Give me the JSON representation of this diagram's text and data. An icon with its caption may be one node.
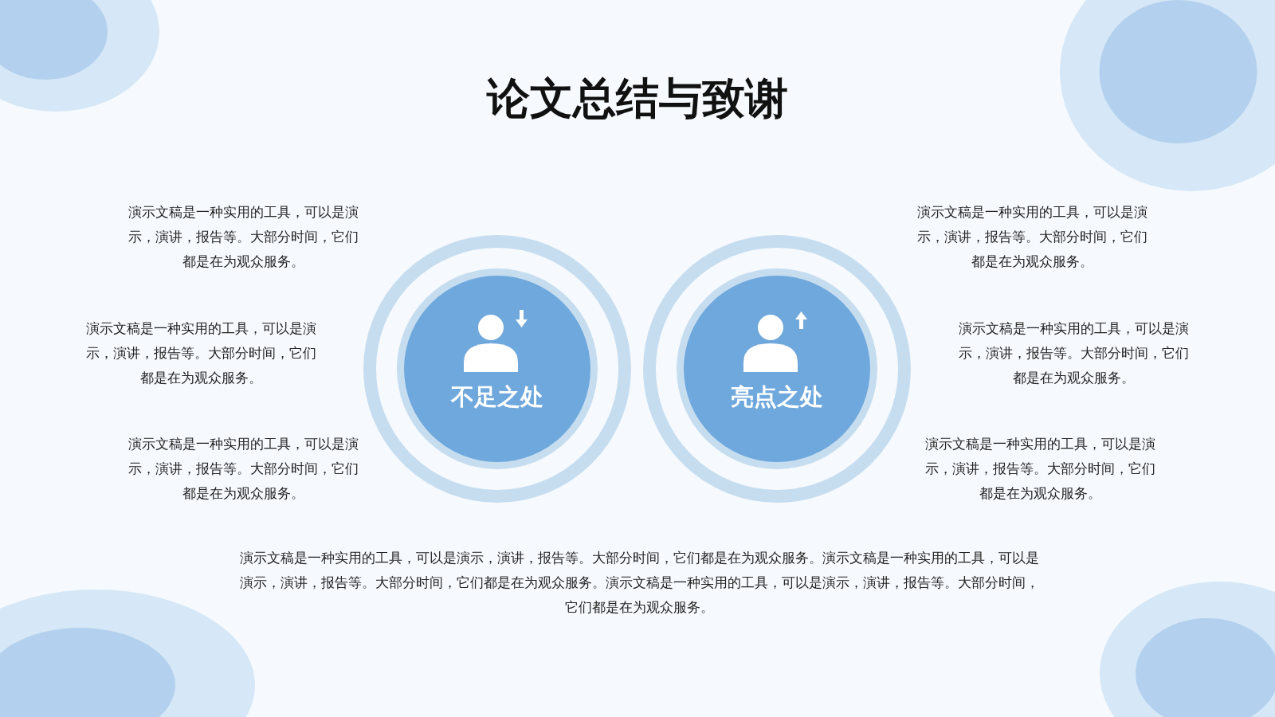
{
  "diagram": {
    "title": "论文总结与致谢",
    "nodes": [
      {
        "text": [
          "不足之处"
        ]
      },
      {
        "text": [
          "亮点之处"
        ]
      }
    ],
    "edges": [],
    "labels": [
      "演示文稿是一种实用的工具，可以是演示，演讲，报告等。大部分时间，它们都是在为观众服务。",
      "演示文稿是一种实用的工具，可以是演示，演讲，报告等。大部分时间，它们都是在为观众服务。",
      "演示文稿是一种实用的工具，可以是演示，演讲，报告等。大部分时间，它们都是在为观众服务。",
      "演示文稿是一种实用的工具，可以是演示，演讲，报告等。大部分时间，它们都是在为观众服务。",
      "演示文稿是一种实用的工具，可以是演示，演讲，报告等。大部分时间，它们都是在为观众服务。",
      "演示文稿是一种实用的工具，可以是演示，演讲，报告等。大部分时间，它们都是在为观众服务。",
      "演示文稿是一种实用的工具，可以是演示，演讲，报告等。大部分时间，它们都是在为观众服务。演示文稿是一种实用的工具，可以是演示，演讲，报告等。大部分时间，它们都是在为观众服务。演示文稿是一种实用的工具，可以是演示，演讲，报告等。大部分时间，它们都是在为观众服务。"
    ]
  }
}
